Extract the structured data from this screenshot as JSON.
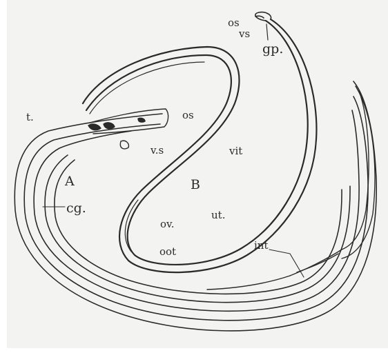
{
  "labels": {
    "t": "t.",
    "A": "A",
    "cg": "cg.",
    "os_mid": "os",
    "vs_mid": "v.s",
    "vit": "vit",
    "B": "B",
    "ov": "ov.",
    "ut": "ut.",
    "oot": "oot",
    "int": "int",
    "os_top": "os",
    "vs_top": "vs",
    "gp": "gp."
  },
  "colors": {
    "ink": "#2a2a2a",
    "paper": "#f3f3f1"
  }
}
